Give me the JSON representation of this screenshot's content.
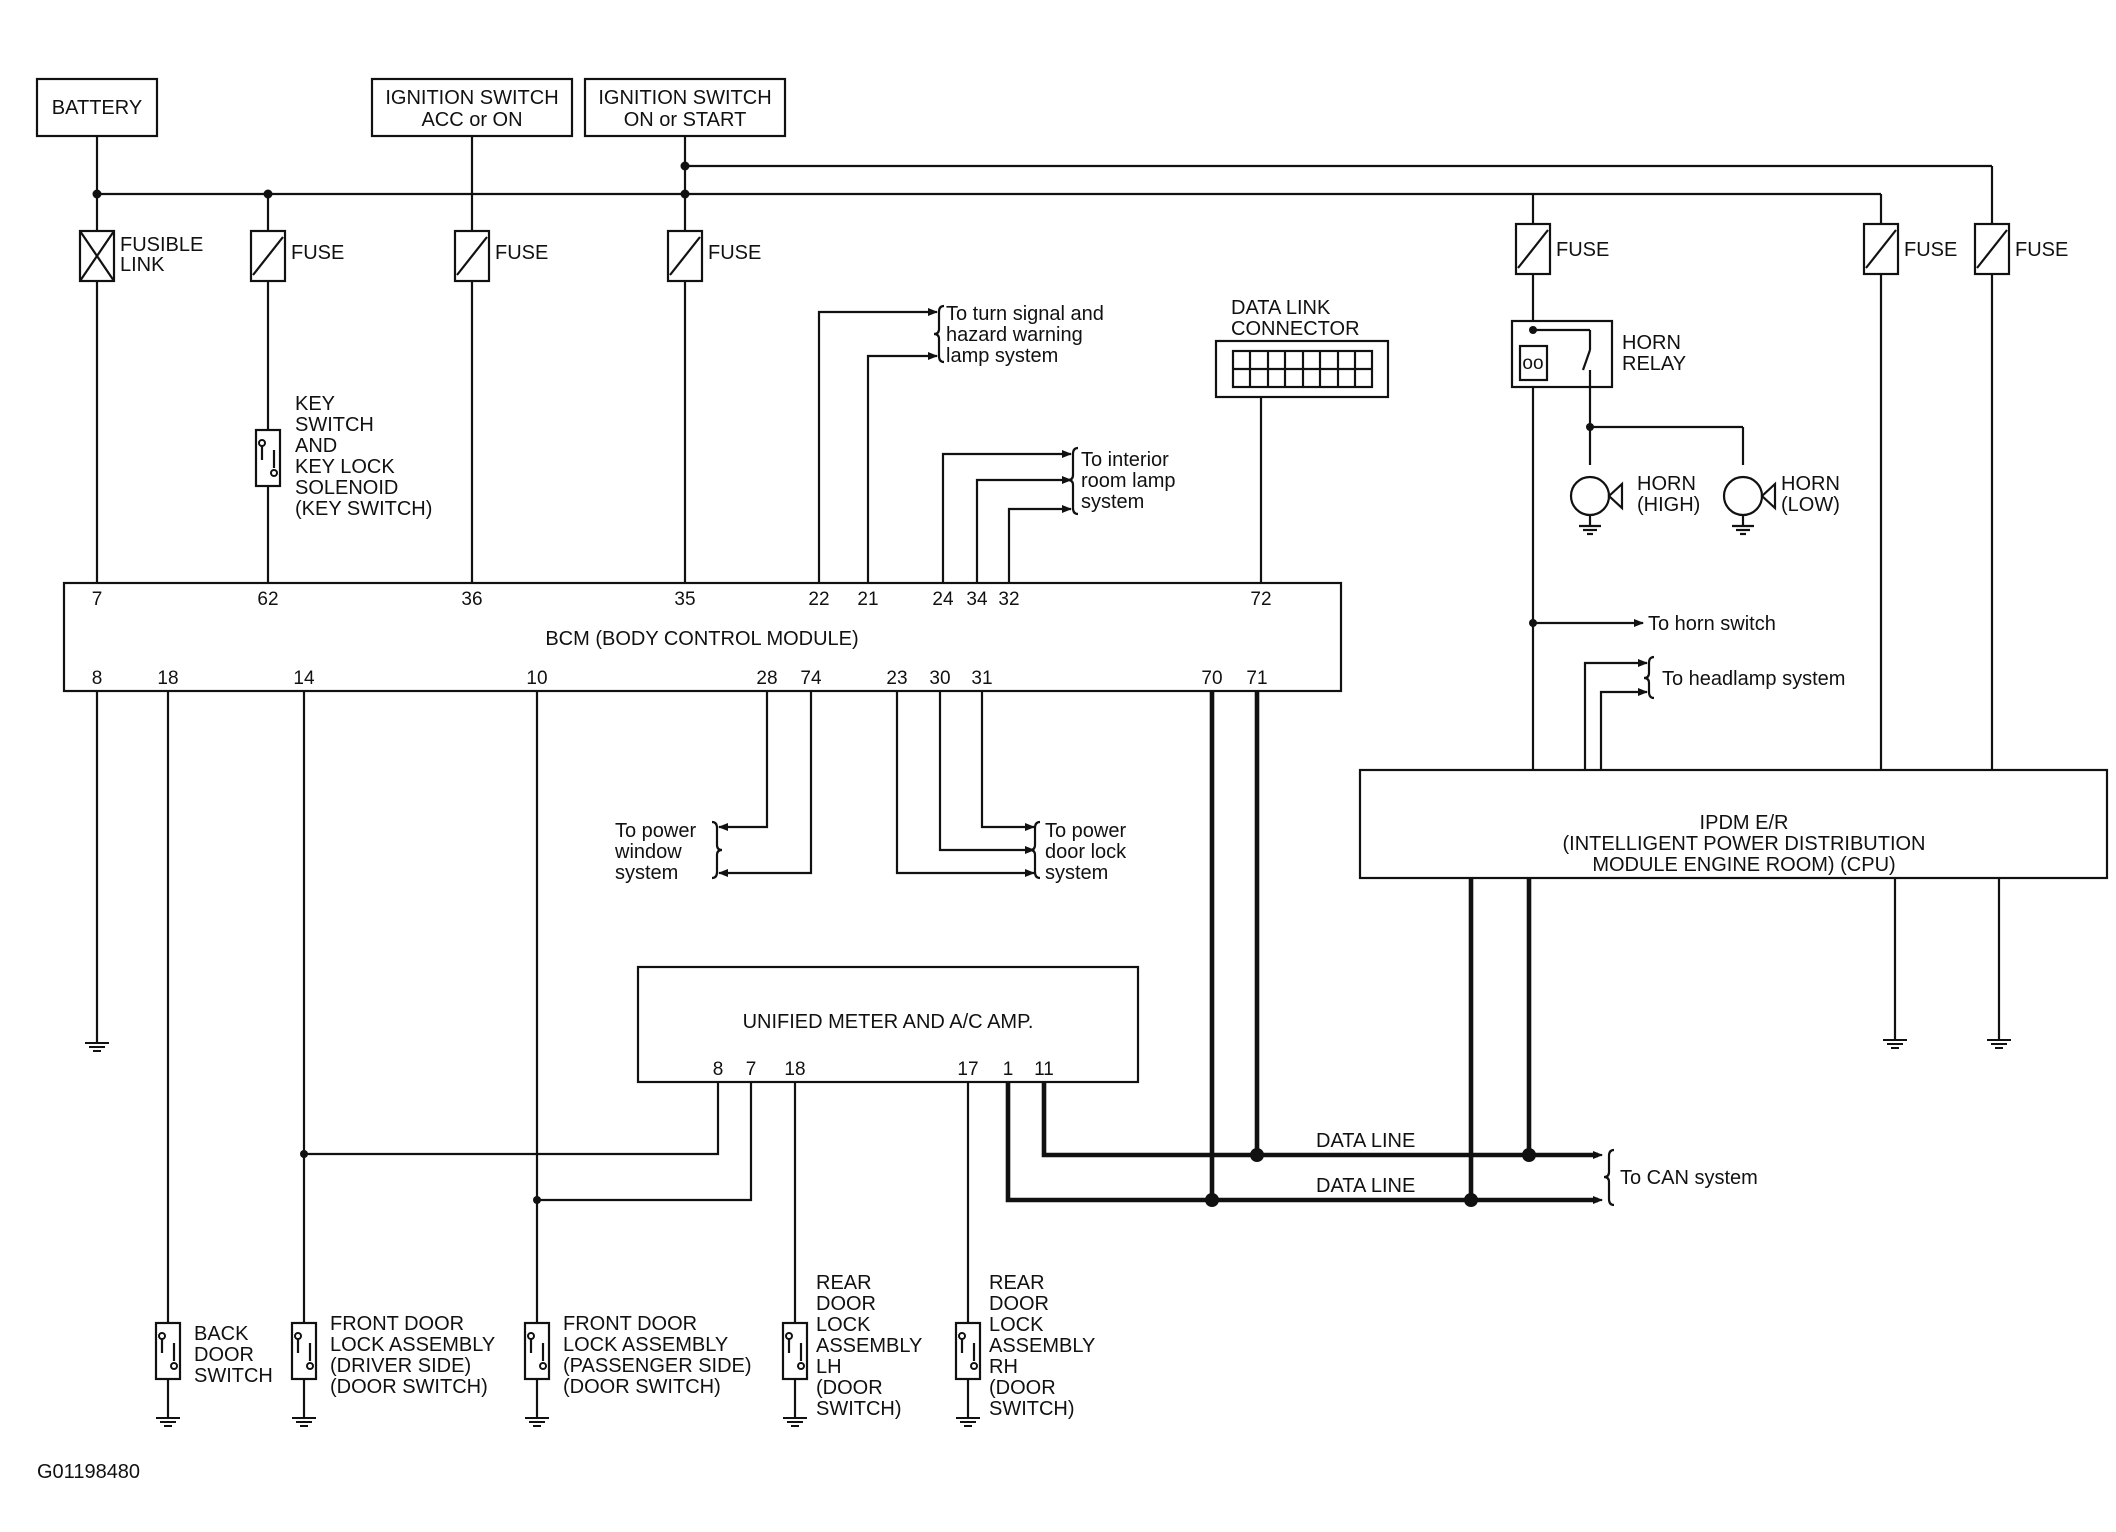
{
  "sources": {
    "battery": "BATTERY",
    "ign_acc": [
      "IGNITION SWITCH",
      "ACC or ON"
    ],
    "ign_on": [
      "IGNITION SWITCH",
      "ON or START"
    ]
  },
  "fuses": {
    "fusible_link": [
      "FUSIBLE",
      "LINK"
    ],
    "fuse": "FUSE"
  },
  "key_switch": [
    "KEY",
    "SWITCH",
    "AND",
    "KEY LOCK",
    "SOLENOID",
    "(KEY SWITCH)"
  ],
  "bcm": {
    "title": "BCM (BODY CONTROL MODULE)",
    "top_pins": [
      "7",
      "62",
      "36",
      "35",
      "22",
      "21",
      "24",
      "34",
      "32",
      "72"
    ],
    "bottom_pins": [
      "8",
      "18",
      "14",
      "10",
      "28",
      "74",
      "23",
      "30",
      "31",
      "70",
      "71"
    ]
  },
  "data_link": [
    "DATA LINK",
    "CONNECTOR"
  ],
  "horn_relay": [
    "HORN",
    "RELAY"
  ],
  "horn_high": [
    "HORN",
    "(HIGH)"
  ],
  "horn_low": [
    "HORN",
    "(LOW)"
  ],
  "refs": {
    "turn_signal": [
      "To turn signal and",
      "hazard warning",
      "lamp system"
    ],
    "interior_lamp": [
      "To interior",
      "room lamp",
      "system"
    ],
    "horn_switch": "To horn switch",
    "headlamp": "To headlamp system",
    "power_window": [
      "To power",
      "window",
      "system"
    ],
    "power_door_lock": [
      "To power",
      "door lock",
      "system"
    ],
    "can": "To CAN system"
  },
  "ipdm": [
    "IPDM E/R",
    "(INTELLIGENT POWER DISTRIBUTION",
    "MODULE ENGINE ROOM) (CPU)"
  ],
  "meter": {
    "title": "UNIFIED METER AND A/C AMP.",
    "pins": [
      "8",
      "7",
      "18",
      "17",
      "1",
      "11"
    ]
  },
  "data_line": "DATA LINE",
  "switches": {
    "back_door": [
      "BACK",
      "DOOR",
      "SWITCH"
    ],
    "front_driver": [
      "FRONT DOOR",
      "LOCK ASSEMBLY",
      "(DRIVER SIDE)",
      "(DOOR SWITCH)"
    ],
    "front_passenger": [
      "FRONT DOOR",
      "LOCK ASSEMBLY",
      "(PASSENGER SIDE)",
      "(DOOR SWITCH)"
    ],
    "rear_lh": [
      "REAR",
      "DOOR",
      "LOCK",
      "ASSEMBLY",
      "LH",
      "(DOOR",
      " SWITCH)"
    ],
    "rear_rh": [
      "REAR",
      "DOOR",
      "LOCK",
      "ASSEMBLY",
      "RH",
      "(DOOR",
      " SWITCH)"
    ]
  },
  "figure_id": "G01198480"
}
